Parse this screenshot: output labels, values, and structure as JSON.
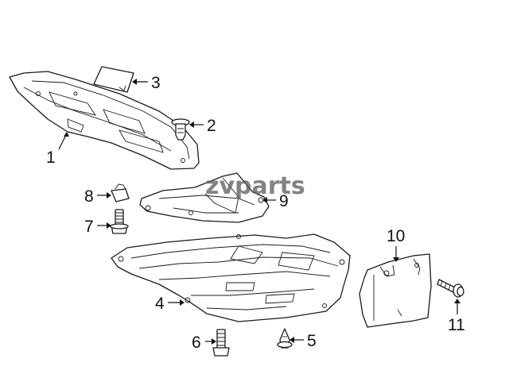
{
  "watermark": "zvparts",
  "callouts": [
    {
      "id": 1,
      "label": "1"
    },
    {
      "id": 2,
      "label": "2"
    },
    {
      "id": 3,
      "label": "3"
    },
    {
      "id": 4,
      "label": "4"
    },
    {
      "id": 5,
      "label": "5"
    },
    {
      "id": 6,
      "label": "6"
    },
    {
      "id": 7,
      "label": "7"
    },
    {
      "id": 8,
      "label": "8"
    },
    {
      "id": 9,
      "label": "9"
    },
    {
      "id": 10,
      "label": "10"
    },
    {
      "id": 11,
      "label": "11"
    }
  ]
}
